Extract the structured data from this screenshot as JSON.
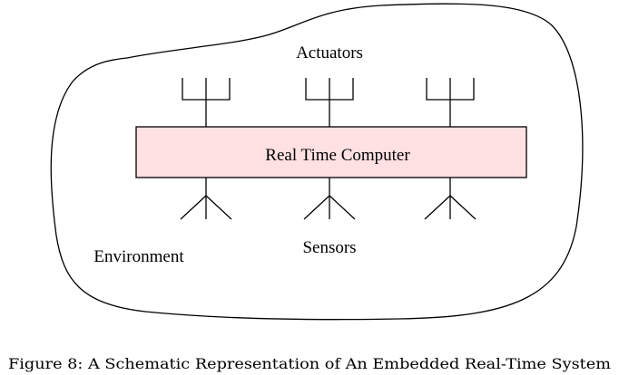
{
  "diagram": {
    "actuators_label": "Actuators",
    "computer_label": "Real Time Computer",
    "sensors_label": "Sensors",
    "environment_label": "Environment",
    "computer_fill": "#ffe0e3",
    "actuator_count": 3,
    "sensor_count": 3
  },
  "caption": "Figure 8: A Schematic Representation of An Embedded Real-Time System"
}
